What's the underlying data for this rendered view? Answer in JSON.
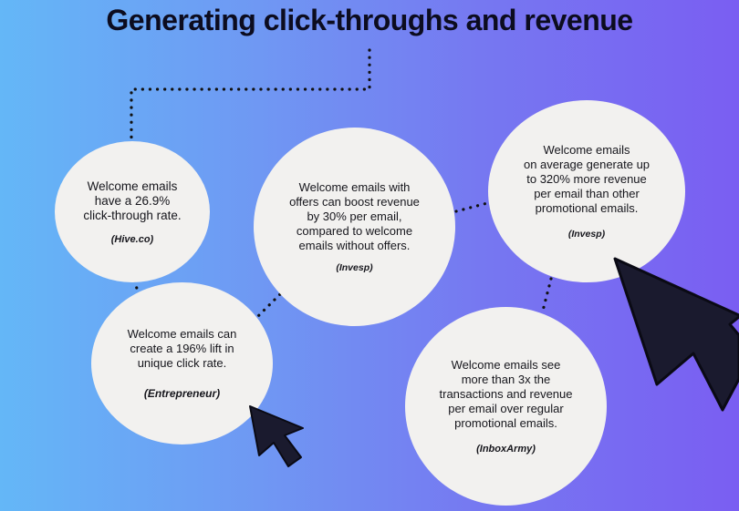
{
  "title": "Generating click-throughs and revenue",
  "stats": [
    {
      "id": "hive",
      "text": "Welcome emails\nhave a 26.9%\nclick-through rate.",
      "source": "(Hive.co)"
    },
    {
      "id": "entrepreneur",
      "text": "Welcome emails can\ncreate a 196% lift in\nunique click rate.",
      "source": "(Entrepreneur)"
    },
    {
      "id": "invesp-offers",
      "text": "Welcome emails with\noffers can boost revenue\nby 30% per email,\ncompared to welcome\nemails without offers.",
      "source": "(Invesp)"
    },
    {
      "id": "invesp-revenue",
      "text": "Welcome emails\non average generate up\nto 320% more revenue\nper email than other\npromotional emails.",
      "source": "(Invesp)"
    },
    {
      "id": "inboxarmy",
      "text": "Welcome emails see\nmore than 3x the\ntransactions and revenue\nper email over regular\npromotional emails.",
      "source": "(InboxArmy)"
    }
  ],
  "colors": {
    "gradient_start": "#64b7f7",
    "gradient_end": "#7a5ef2",
    "circle": "#f2f1ef",
    "text": "#16161c",
    "cursor": "#1a1a2e"
  },
  "icons": [
    "cursor-arrow-icon"
  ]
}
